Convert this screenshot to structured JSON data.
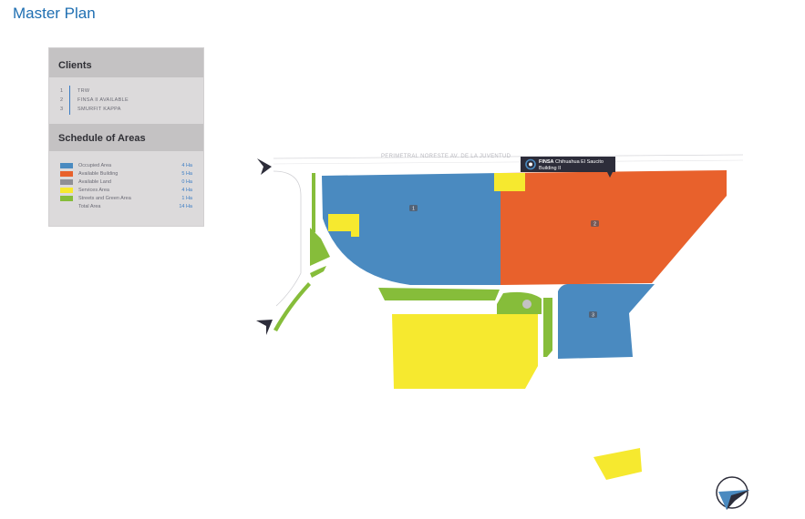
{
  "page": {
    "title": "Master Plan"
  },
  "legend": {
    "clients_title": "Clients",
    "clients": [
      {
        "num": "1",
        "name": "TRW"
      },
      {
        "num": "2",
        "name": "FINSA II AVAILABLE"
      },
      {
        "num": "3",
        "name": "SMURFIT KAPPA"
      }
    ],
    "schedule_title": "Schedule of Areas",
    "areas": [
      {
        "label": "Occupied Area",
        "value": "4 Ha",
        "color": "#4a8ac0"
      },
      {
        "label": "Available Building",
        "value": "5 Ha",
        "color": "#e8612c"
      },
      {
        "label": "Available Land",
        "value": "0 Ha",
        "color": "#8f8f95"
      },
      {
        "label": "Services Area",
        "value": "4 Ha",
        "color": "#f6e92f"
      },
      {
        "label": "Streets and Green Area",
        "value": "1 Ha",
        "color": "#86bd3a"
      },
      {
        "label": "Total Area",
        "value": "14 Ha",
        "color": ""
      }
    ]
  },
  "map": {
    "road_name": "PERIMETRAL NORESTE AV. DE LA JUVENTUD",
    "plot_labels": [
      "1",
      "2",
      "3"
    ],
    "tooltip": {
      "brand": "FINSA",
      "line1": "Chihuahua El Saucito",
      "line2": "Building II"
    },
    "compass_icon": "north-arrow-icon",
    "colors": {
      "occupied": "#4a8ac0",
      "available_building": "#e8612c",
      "services": "#f6e92f",
      "green": "#86bd3a",
      "tooltip_bg": "#2d2d3a"
    }
  }
}
